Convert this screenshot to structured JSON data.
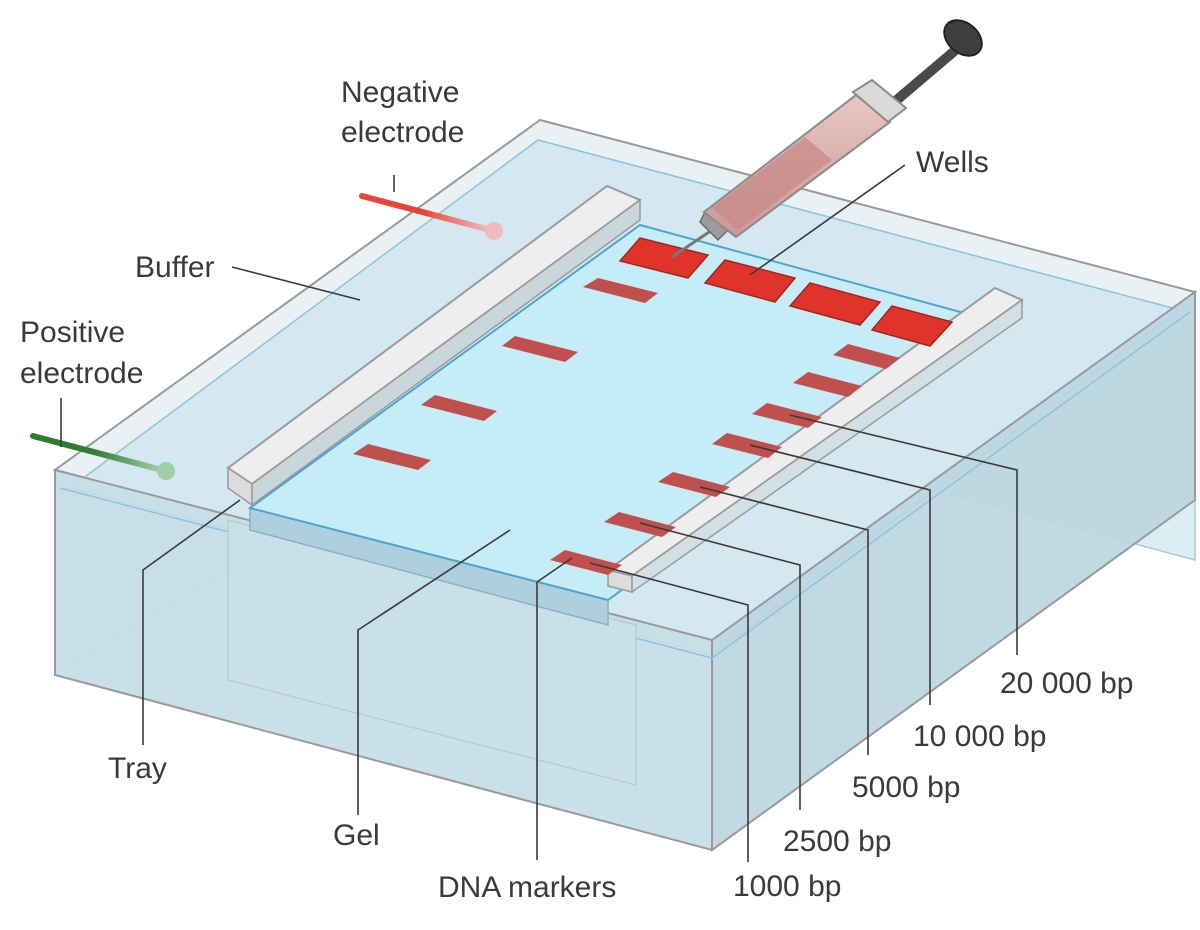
{
  "labels": {
    "negative_electrode": [
      "Negative",
      "electrode"
    ],
    "positive_electrode": [
      "Positive",
      "electrode"
    ],
    "buffer": "Buffer",
    "wells": "Wells",
    "tray": "Tray",
    "gel": "Gel",
    "dna_markers": "DNA markers"
  },
  "marker_sizes": [
    "20 000 bp",
    "10 000 bp",
    "5000 bp",
    "2500 bp",
    "1000 bp"
  ],
  "colors": {
    "buffer_fill": "#cfe6ee",
    "box_edge": "#9a9a9a",
    "gel_fill": "#c6ecf8",
    "well_red": "#e0342a",
    "band_red": "#c0504d",
    "negative_electrode": "#e8443a",
    "positive_electrode": "#2e7d32",
    "label_text": "#3a3a3a"
  }
}
